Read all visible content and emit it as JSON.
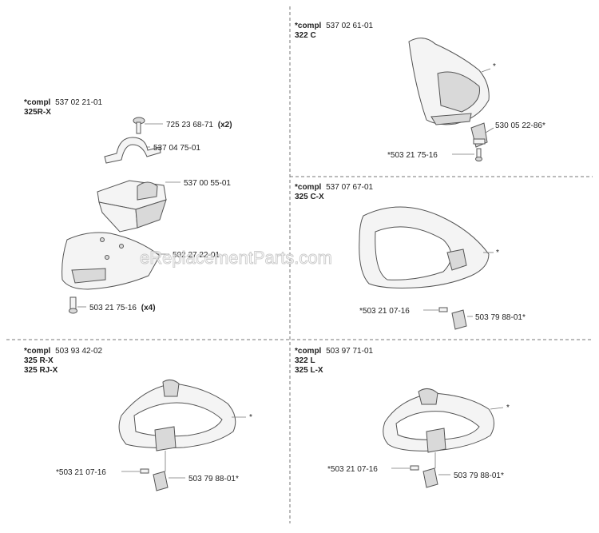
{
  "watermark": "eReplacementParts.com",
  "sections": {
    "s1": {
      "compl_prefix": "*compl",
      "compl_number": "537 02 21-01",
      "models": [
        "325R-X"
      ],
      "labels": {
        "l1": "725 23 68-71",
        "l1q": "(x2)",
        "l2": "537 04 75-01",
        "l3": "537 00 55-01",
        "l4": "502 27 22-01",
        "l5": "503 21 75-16",
        "l5q": "(x4)"
      }
    },
    "s2": {
      "compl_prefix": "*compl",
      "compl_number": "537 02 61-01",
      "models": [
        "322 C"
      ],
      "labels": {
        "star": "*",
        "l1": "530 05 22-86*",
        "l2": "*503 21 75-16"
      }
    },
    "s3": {
      "compl_prefix": "*compl",
      "compl_number": "537 07 67-01",
      "models": [
        "325 C-X"
      ],
      "labels": {
        "star": "*",
        "l1": "*503 21 07-16",
        "l2": "503 79 88-01*"
      }
    },
    "s4": {
      "compl_prefix": "*compl",
      "compl_number": "503 93 42-02",
      "models": [
        "325 R-X",
        "325 RJ-X"
      ],
      "labels": {
        "star": "*",
        "l1": "*503 21 07-16",
        "l2": "503 79 88-01*"
      }
    },
    "s5": {
      "compl_prefix": "*compl",
      "compl_number": "503 97 71-01",
      "models": [
        "322 L",
        "325 L-X"
      ],
      "labels": {
        "star": "*",
        "l1": "*503 21 07-16",
        "l2": "503 79 88-01*"
      }
    }
  }
}
